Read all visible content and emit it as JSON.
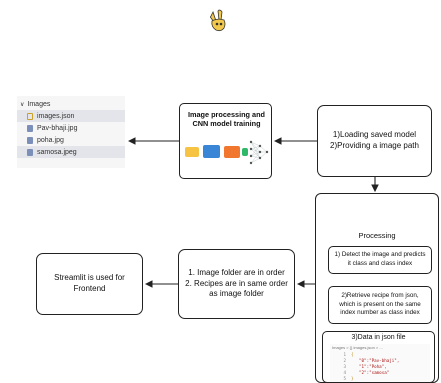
{
  "logo": {
    "icon": "hand-peace-icon",
    "color": "#f2c94c"
  },
  "explorer": {
    "folder": "Images",
    "files": [
      {
        "name": "images.json",
        "icon": "json-file-icon",
        "selected": true
      },
      {
        "name": "Pav-bhaji.jpg",
        "icon": "image-file-icon",
        "selected": false
      },
      {
        "name": "poha.jpg",
        "icon": "image-file-icon",
        "selected": false
      },
      {
        "name": "samosa.jpeg",
        "icon": "image-file-icon",
        "selected": true
      }
    ]
  },
  "cnn": {
    "title": "Image processing and\nCNN model training"
  },
  "loading": {
    "text": "1)Loading saved model\n2)Providing a image path"
  },
  "processing": {
    "title": "Processing",
    "step1": "1) Detect the image and predicts\nit class and class index",
    "step2": "2)Retrieve recipe from json,\nwhich is present on the same\nindex number as class index",
    "step3": "3)Data in json file",
    "code_breadcrumb": "Images > {} images.json > ...",
    "code_lines": [
      {
        "num": "1",
        "text": "{"
      },
      {
        "num": "2",
        "text": "\"0\":\"Pav-bhaji\","
      },
      {
        "num": "3",
        "text": "\"1\":\"Poha\","
      },
      {
        "num": "4",
        "text": "\"2\":\"samosa\""
      },
      {
        "num": "5",
        "text": "}"
      }
    ]
  },
  "order": {
    "text": "1. Image folder are in order\n2. Recipes are in same order\nas image folder"
  },
  "streamlit": {
    "text": "Streamlit is used for\nFrontend"
  }
}
